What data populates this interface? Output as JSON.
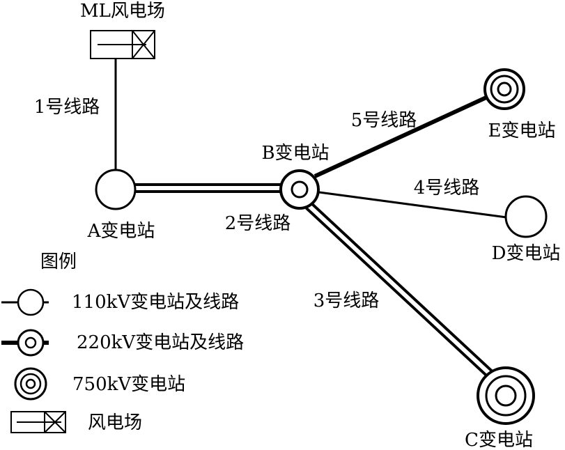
{
  "colors": {
    "ink": "#000000",
    "background": "#ffffff"
  },
  "nodes": {
    "wind_farm": {
      "label": "ML风电场",
      "type": "wind-farm"
    },
    "station_a": {
      "label": "A变电站",
      "voltage": "110kV"
    },
    "station_b": {
      "label": "B变电站",
      "voltage": "220kV"
    },
    "station_c": {
      "label": "C变电站",
      "voltage": "750kV"
    },
    "station_d": {
      "label": "D变电站",
      "voltage": "110kV"
    },
    "station_e": {
      "label": "E变电站",
      "voltage": "750kV"
    }
  },
  "lines": {
    "line1": {
      "label": "1号线路",
      "voltage": "110kV"
    },
    "line2": {
      "label": "2号线路",
      "voltage": "750kV"
    },
    "line3": {
      "label": "3号线路",
      "voltage": "750kV"
    },
    "line4": {
      "label": "4号线路",
      "voltage": "110kV"
    },
    "line5": {
      "label": "5号线路",
      "voltage": "220kV"
    }
  },
  "legend": {
    "title": "图例",
    "items": [
      {
        "label": "110kV变电站及线路",
        "symbol": "single-circle-thin-line"
      },
      {
        "label": "220kV变电站及线路",
        "symbol": "double-circle-thick-line"
      },
      {
        "label": "750kV变电站",
        "symbol": "triple-circle"
      },
      {
        "label": "风电场",
        "symbol": "wind-farm-box"
      }
    ]
  }
}
